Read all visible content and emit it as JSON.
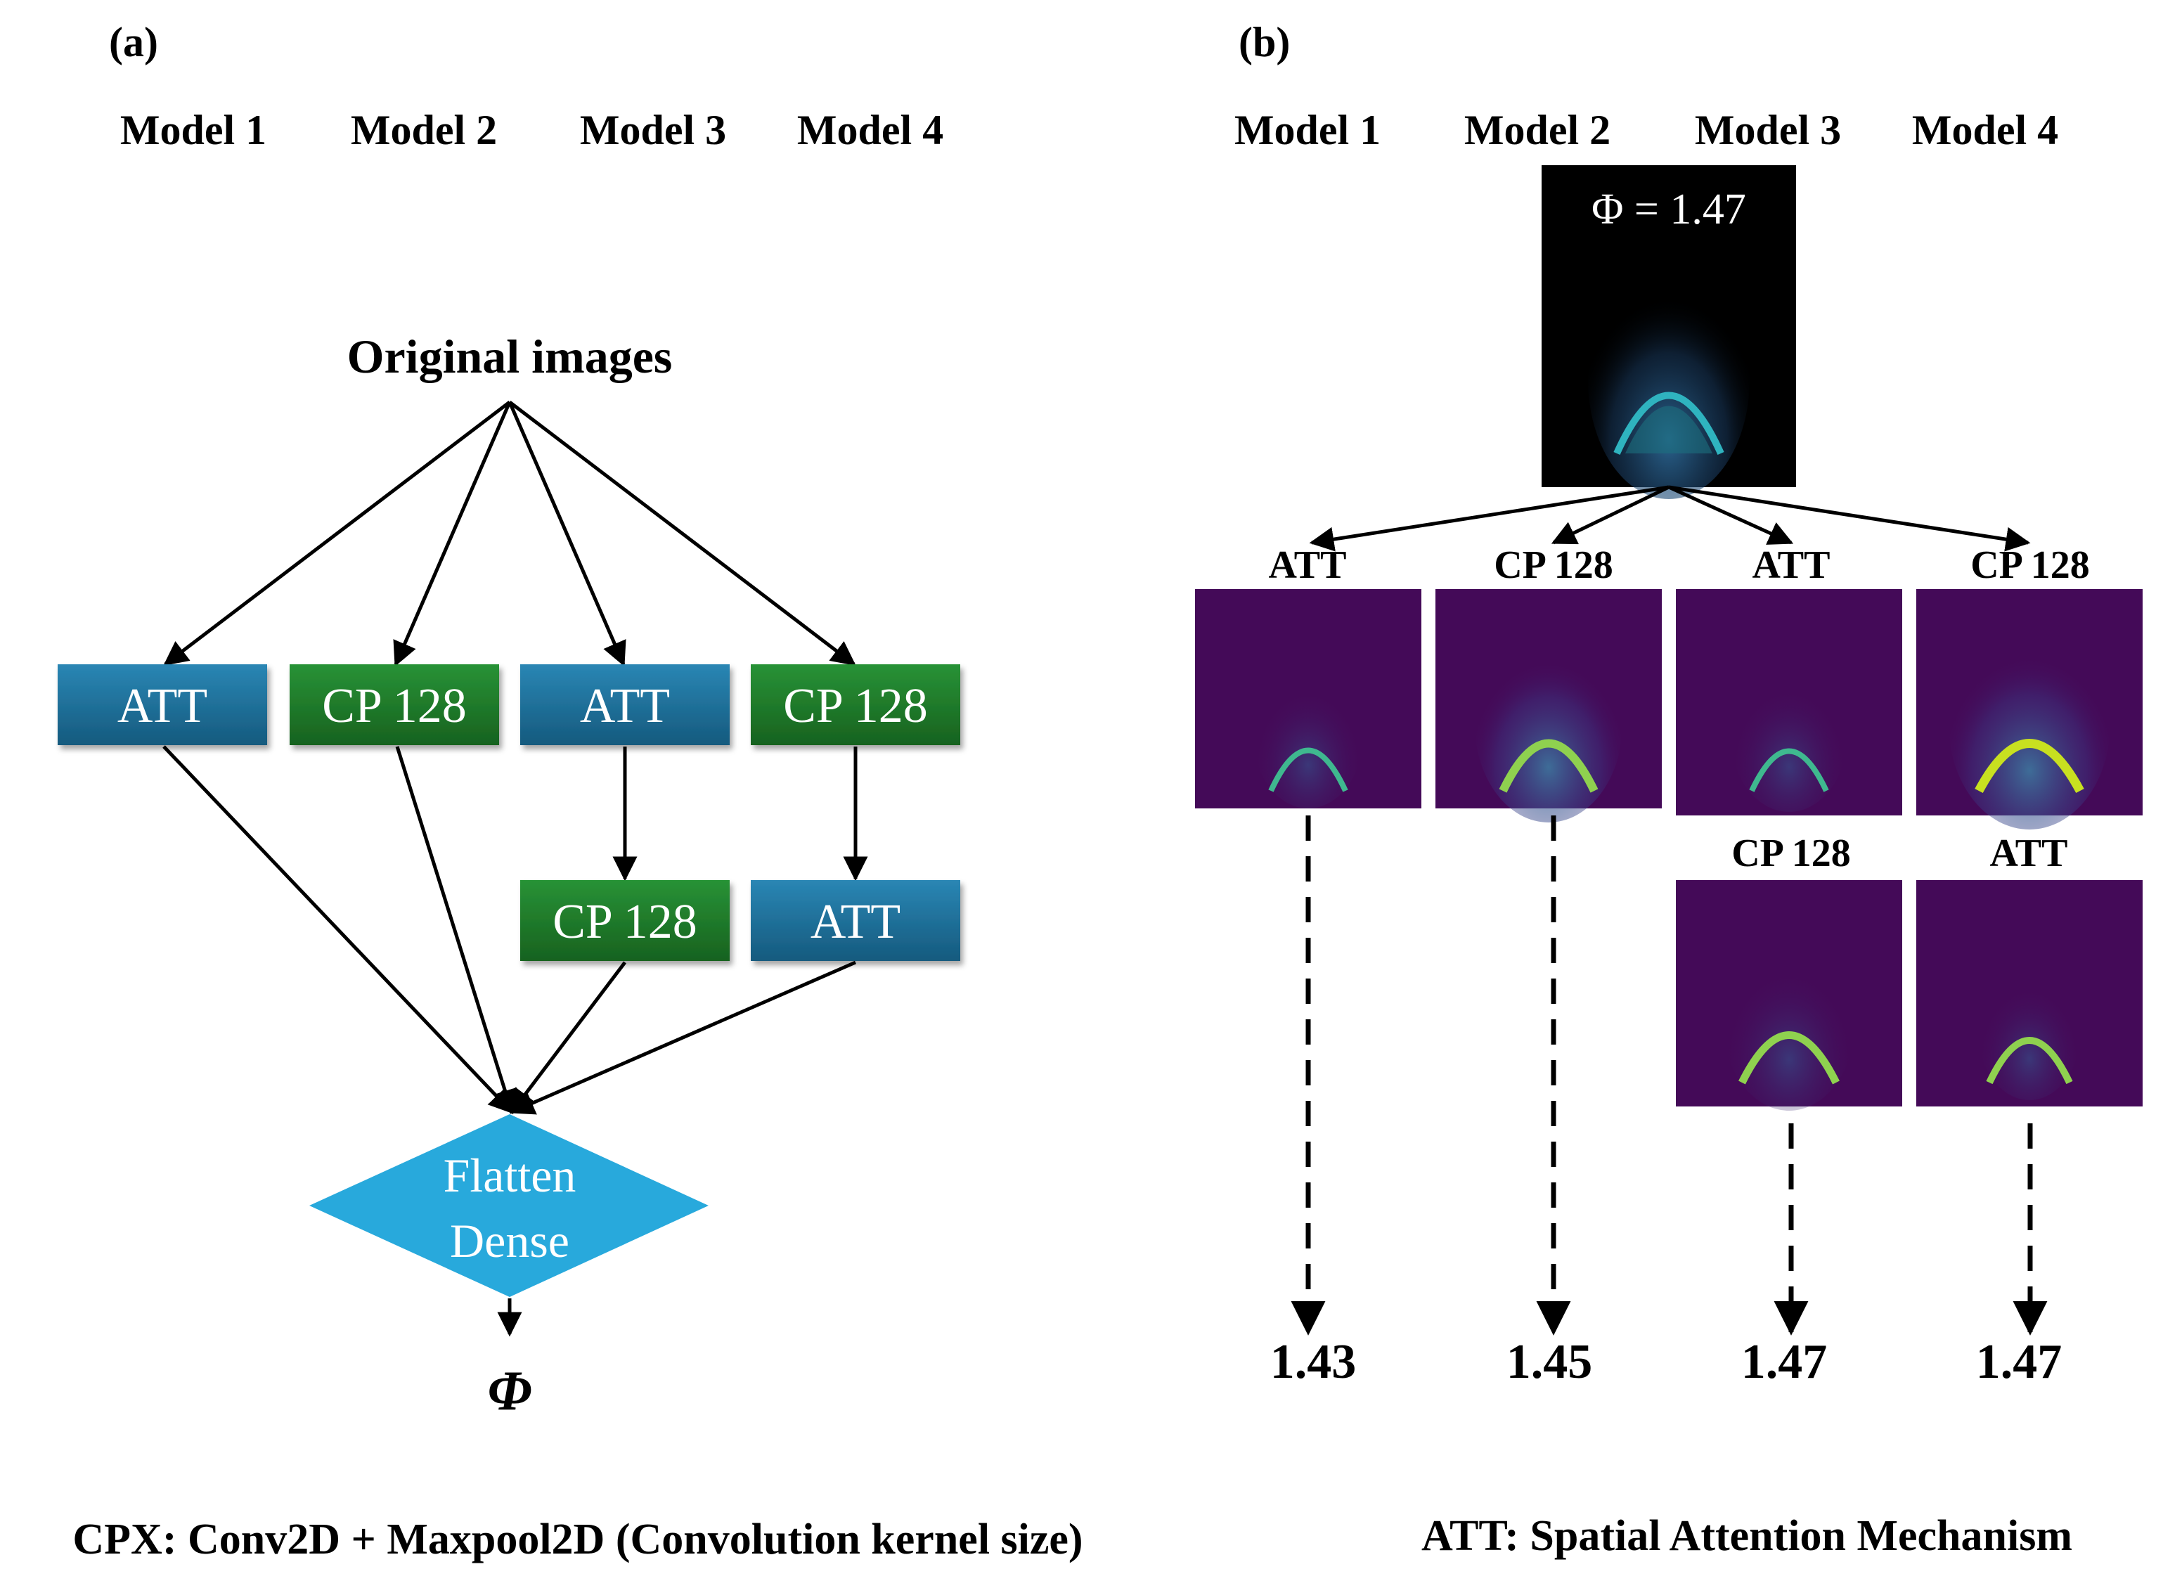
{
  "panel_a": {
    "label": "(a)",
    "model_headers": [
      "Model 1",
      "Model 2",
      "Model 3",
      "Model 4"
    ],
    "input_label": "Original images",
    "blocks": {
      "m1_att": "ATT",
      "m2_cp": "CP 128",
      "m3_att": "ATT",
      "m4_cp": "CP 128",
      "m3_cp": "CP 128",
      "m4_att": "ATT"
    },
    "flatten_line1": "Flatten",
    "flatten_line2": "Dense",
    "output_symbol": "Φ",
    "footnote": "CPX: Conv2D + Maxpool2D (Convolution kernel size)"
  },
  "panel_b": {
    "label": "(b)",
    "model_headers": [
      "Model 1",
      "Model 2",
      "Model 3",
      "Model 4"
    ],
    "input_image_label": "Φ = 1.47",
    "first_layer_labels": [
      "ATT",
      "CP 128",
      "ATT",
      "CP 128"
    ],
    "second_layer_labels": [
      "CP 128",
      "ATT"
    ],
    "predictions": [
      "1.43",
      "1.45",
      "1.47",
      "1.47"
    ],
    "footnote": "ATT: Spatial Attention Mechanism"
  },
  "colors": {
    "att_block": "#1f6f98",
    "cp_block": "#1e7a2a",
    "flatten_diamond": "#28a9dc",
    "feature_map_bg": "#440a58",
    "input_image_bg": "#000000"
  }
}
